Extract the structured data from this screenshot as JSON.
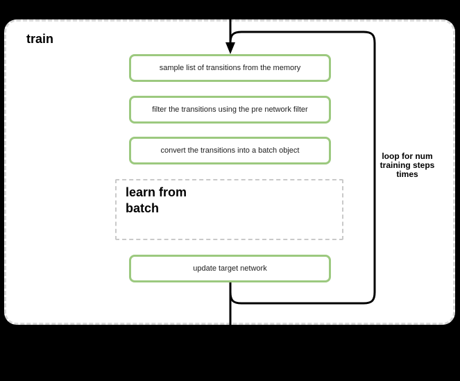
{
  "diagram": {
    "title": "train",
    "steps": [
      {
        "label": "sample list of transitions from the memory"
      },
      {
        "label": "filter the transitions using the pre network filter"
      },
      {
        "label": "convert the transitions into a batch object"
      },
      {
        "label": "update target network"
      }
    ],
    "subprocess": {
      "label": "learn from\nbatch"
    },
    "loop_annotation": {
      "label": "loop for num\ntraining steps\ntimes"
    },
    "colors": {
      "step_border_green": "#9cc97f",
      "loop_stroke": "#000000",
      "container_border": "#d8d8d8",
      "subprocess_border": "#c9c9c9",
      "container_fill": "#ffffff",
      "background": "#000000"
    }
  }
}
